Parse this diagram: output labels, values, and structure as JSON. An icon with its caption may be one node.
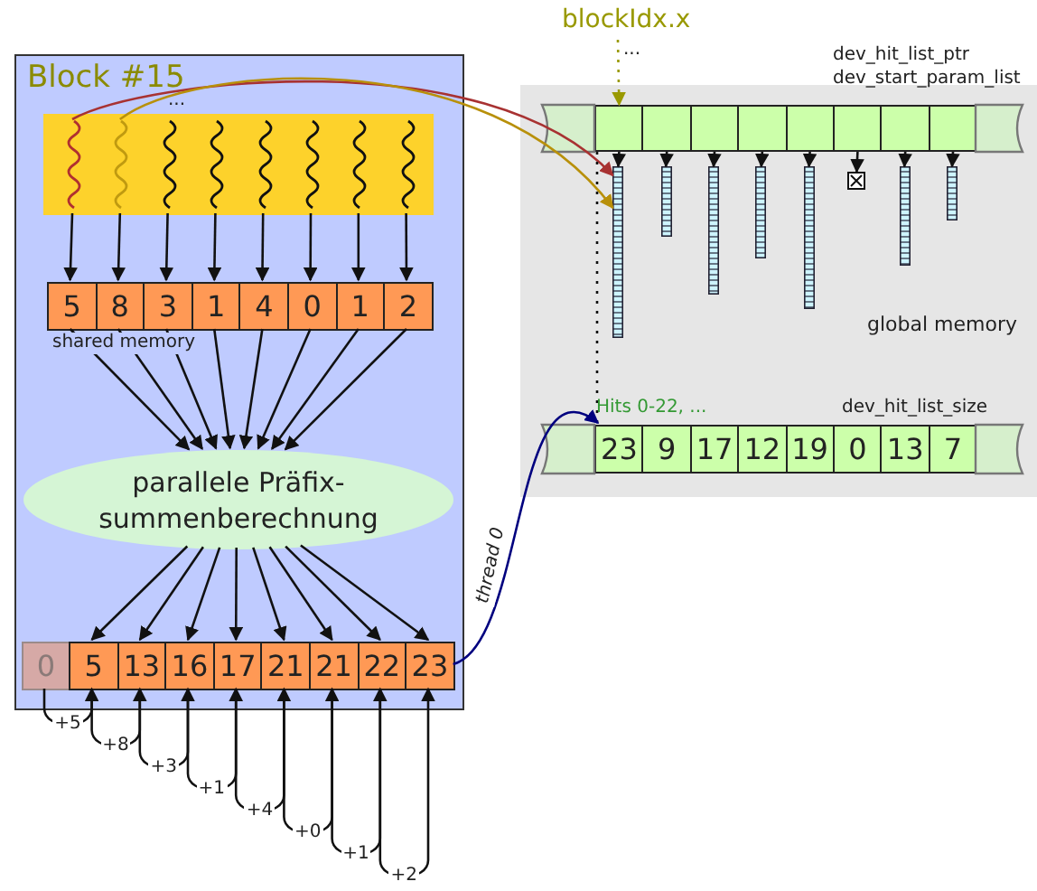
{
  "diagram": {
    "nodes": [
      {
        "text": [
          "Block #15"
        ]
      },
      {
        "text": [],
        "shape": "box",
        "in": 0
      },
      {
        "text": [],
        "shape": "picture",
        "in": 1
      },
      {
        "text": [],
        "shape": "picture",
        "in": 1
      },
      {
        "text": [],
        "shape": "picture",
        "in": 1
      },
      {
        "text": [],
        "shape": "picture",
        "in": 1
      },
      {
        "text": [],
        "shape": "picture",
        "in": 1
      },
      {
        "text": [],
        "shape": "picture",
        "in": 1
      },
      {
        "text": [],
        "shape": "picture",
        "in": 1
      },
      {
        "text": [],
        "shape": "picture",
        "in": 1
      },
      {
        "text": [
          "5"
        ],
        "in": 0
      },
      {
        "text": [
          "8"
        ],
        "in": 0
      },
      {
        "text": [
          "3"
        ],
        "in": 0
      },
      {
        "text": [
          "1"
        ],
        "in": 0
      },
      {
        "text": [
          "4"
        ],
        "in": 0
      },
      {
        "text": [
          "0"
        ],
        "in": 0
      },
      {
        "text": [
          "1"
        ],
        "in": 0
      },
      {
        "text": [
          "2"
        ],
        "in": 0
      },
      {
        "text": [
          "parallele Präfix- summenberechnung"
        ],
        "in": 0
      },
      {
        "text": [
          "0"
        ],
        "in": 0
      },
      {
        "text": [
          "5"
        ],
        "in": 0
      },
      {
        "text": [
          "13"
        ],
        "in": 0
      },
      {
        "text": [
          "16"
        ],
        "in": 0
      },
      {
        "text": [
          "17"
        ],
        "in": 0
      },
      {
        "text": [
          "21"
        ],
        "in": 0
      },
      {
        "text": [
          "21"
        ],
        "in": 0
      },
      {
        "text": [
          "22"
        ],
        "in": 0
      },
      {
        "text": [
          "23"
        ],
        "in": 0
      },
      {
        "text": [
          "blockIdx.x"
        ]
      },
      {
        "text": [
          "global memory"
        ]
      },
      {
        "text": [],
        "shape": "box",
        "in": 29
      },
      {
        "text": [],
        "shape": "box",
        "in": 29
      },
      {
        "text": [],
        "shape": "box",
        "in": 29
      },
      {
        "text": [],
        "shape": "box",
        "in": 29
      },
      {
        "text": [],
        "shape": "box",
        "in": 29
      },
      {
        "text": [],
        "shape": "box",
        "in": 29
      },
      {
        "text": [],
        "shape": "box",
        "in": 29
      },
      {
        "text": [],
        "shape": "box",
        "in": 29
      },
      {
        "text": [],
        "shape": "bar",
        "in": 29
      },
      {
        "text": [],
        "shape": "bar",
        "in": 29
      },
      {
        "text": [],
        "shape": "bar",
        "in": 29
      },
      {
        "text": [],
        "shape": "bar",
        "in": 29
      },
      {
        "text": [],
        "shape": "bar",
        "in": 29
      },
      {
        "text": [],
        "shape": "box",
        "in": 29
      },
      {
        "text": [],
        "shape": "bar",
        "in": 29
      },
      {
        "text": [],
        "shape": "bar",
        "in": 29
      },
      {
        "text": [
          "23"
        ],
        "in": 29
      },
      {
        "text": [
          "9"
        ],
        "in": 29
      },
      {
        "text": [
          "17"
        ],
        "in": 29
      },
      {
        "text": [
          "12"
        ],
        "in": 29
      },
      {
        "text": [
          "19"
        ],
        "in": 29
      },
      {
        "text": [
          "0"
        ],
        "in": 29
      },
      {
        "text": [
          "13"
        ],
        "in": 29
      },
      {
        "text": [
          "7"
        ],
        "in": 29
      }
    ],
    "edges": [
      {
        "from": 2,
        "to": 10,
        "arrow": "to"
      },
      {
        "from": 3,
        "to": 11,
        "arrow": "to"
      },
      {
        "from": 4,
        "to": 12,
        "arrow": "to"
      },
      {
        "from": 5,
        "to": 13,
        "arrow": "to"
      },
      {
        "from": 6,
        "to": 14,
        "arrow": "to"
      },
      {
        "from": 7,
        "to": 15,
        "arrow": "to"
      },
      {
        "from": 8,
        "to": 16,
        "arrow": "to"
      },
      {
        "from": 9,
        "to": 17,
        "arrow": "to"
      },
      {
        "from": 10,
        "to": 18,
        "arrow": "to"
      },
      {
        "from": 11,
        "to": 18,
        "arrow": "to"
      },
      {
        "from": 12,
        "to": 18,
        "arrow": "to"
      },
      {
        "from": 13,
        "to": 18,
        "arrow": "to"
      },
      {
        "from": 14,
        "to": 18,
        "arrow": "to"
      },
      {
        "from": 15,
        "to": 18,
        "arrow": "to"
      },
      {
        "from": 16,
        "to": 18,
        "arrow": "to"
      },
      {
        "from": 17,
        "to": 18,
        "arrow": "to"
      },
      {
        "from": 18,
        "to": 20,
        "arrow": "to"
      },
      {
        "from": 18,
        "to": 21,
        "arrow": "to"
      },
      {
        "from": 18,
        "to": 22,
        "arrow": "to"
      },
      {
        "from": 18,
        "to": 23,
        "arrow": "to"
      },
      {
        "from": 18,
        "to": 24,
        "arrow": "to"
      },
      {
        "from": 18,
        "to": 25,
        "arrow": "to"
      },
      {
        "from": 18,
        "to": 26,
        "arrow": "to"
      },
      {
        "from": 18,
        "to": 27,
        "arrow": "to"
      },
      {
        "from": 19,
        "to": 20,
        "arrow": "to",
        "label": "+5"
      },
      {
        "from": 20,
        "to": 21,
        "arrow": "to",
        "label": "+8"
      },
      {
        "from": 21,
        "to": 22,
        "arrow": "to",
        "label": "+3"
      },
      {
        "from": 22,
        "to": 23,
        "arrow": "to",
        "label": "+1"
      },
      {
        "from": 23,
        "to": 24,
        "arrow": "to",
        "label": "+4"
      },
      {
        "from": 24,
        "to": 25,
        "arrow": "to",
        "label": "+0"
      },
      {
        "from": 25,
        "to": 26,
        "arrow": "to",
        "label": "+1"
      },
      {
        "from": 26,
        "to": 27,
        "arrow": "to",
        "label": "+2"
      },
      {
        "from": 2,
        "to": 38,
        "arrow": "to",
        "color": "#a83232"
      },
      {
        "from": 3,
        "to": 38,
        "arrow": "to",
        "color": "#b8900a"
      },
      {
        "from": 28,
        "to": 30,
        "arrow": "to",
        "style": "dashed",
        "color": "#999900"
      },
      {
        "from": 30,
        "to": 38,
        "arrow": "to"
      },
      {
        "from": 31,
        "to": 39,
        "arrow": "to"
      },
      {
        "from": 32,
        "to": 40,
        "arrow": "to"
      },
      {
        "from": 33,
        "to": 41,
        "arrow": "to"
      },
      {
        "from": 34,
        "to": 42,
        "arrow": "to"
      },
      {
        "from": 35,
        "to": 43,
        "arrow": "to"
      },
      {
        "from": 36,
        "to": 44,
        "arrow": "to"
      },
      {
        "from": 37,
        "to": 45,
        "arrow": "to"
      },
      {
        "from": 30,
        "to": 46,
        "arrow": "none",
        "style": "dashed"
      },
      {
        "from": 27,
        "to": 46,
        "arrow": "to",
        "label": "thread 0",
        "color": "#00007f"
      }
    ],
    "labels": [
      "...",
      "shared memory",
      "...",
      "dev_hit_list_ptr",
      "dev_start_param_list",
      "Hits 0-22, ...",
      "dev_hit_list_size"
    ]
  }
}
